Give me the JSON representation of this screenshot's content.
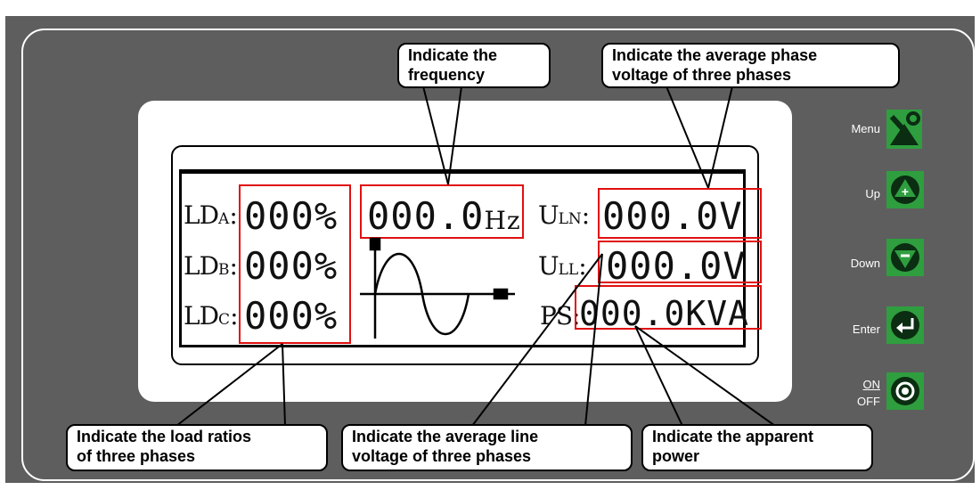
{
  "display": {
    "ld_a_label": "LD",
    "ld_a_sub": "A",
    "ld_a_value": "000%",
    "ld_b_label": "LD",
    "ld_b_sub": "B",
    "ld_b_value": "000%",
    "ld_c_label": "LD",
    "ld_c_sub": "C",
    "ld_c_value": "000%",
    "freq_value": "000.0",
    "freq_unit": "Hz",
    "uln_label": "U",
    "uln_sub": "LN",
    "uln_value": "000.0V",
    "ull_label": "U",
    "ull_sub": "LL",
    "ull_value": "000.0V",
    "ps_label": "PS",
    "ps_value": "000.0KVA"
  },
  "callouts": {
    "frequency": [
      "Indicate   the",
      "frequency"
    ],
    "phase_voltage": [
      "Indicate the average phase",
      "voltage of three phases"
    ],
    "load_ratios": [
      "Indicate the load ratios",
      "of three phases"
    ],
    "line_voltage": [
      "Indicate  the  average  line",
      "voltage of three phases"
    ],
    "apparent_power": [
      "Indicate the apparent",
      "power"
    ]
  },
  "buttons": {
    "menu": "Menu",
    "up": "Up",
    "down": "Down",
    "enter": "Enter",
    "on": "ON",
    "off": "OFF"
  },
  "colors": {
    "panel": "#5e5e5e",
    "highlight_box": "#e01010",
    "button": "#2f9e3f"
  }
}
